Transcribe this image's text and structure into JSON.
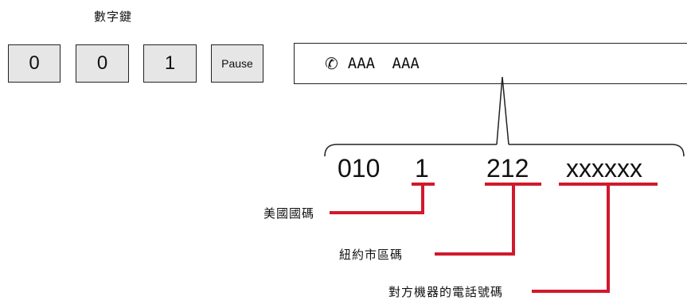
{
  "caption": "數字鍵",
  "keys": [
    "0",
    "0",
    "1",
    "Pause"
  ],
  "display": {
    "icon": "phone-icon",
    "text": "AAA  AAA"
  },
  "number_parts": [
    "010",
    "1",
    "212",
    "xxxxxx"
  ],
  "labels": {
    "country_code": "美國國碼",
    "area_code": "紐約市區碼",
    "remote_number": "對方機器的電話號碼"
  },
  "accent_color": "#d0192d"
}
